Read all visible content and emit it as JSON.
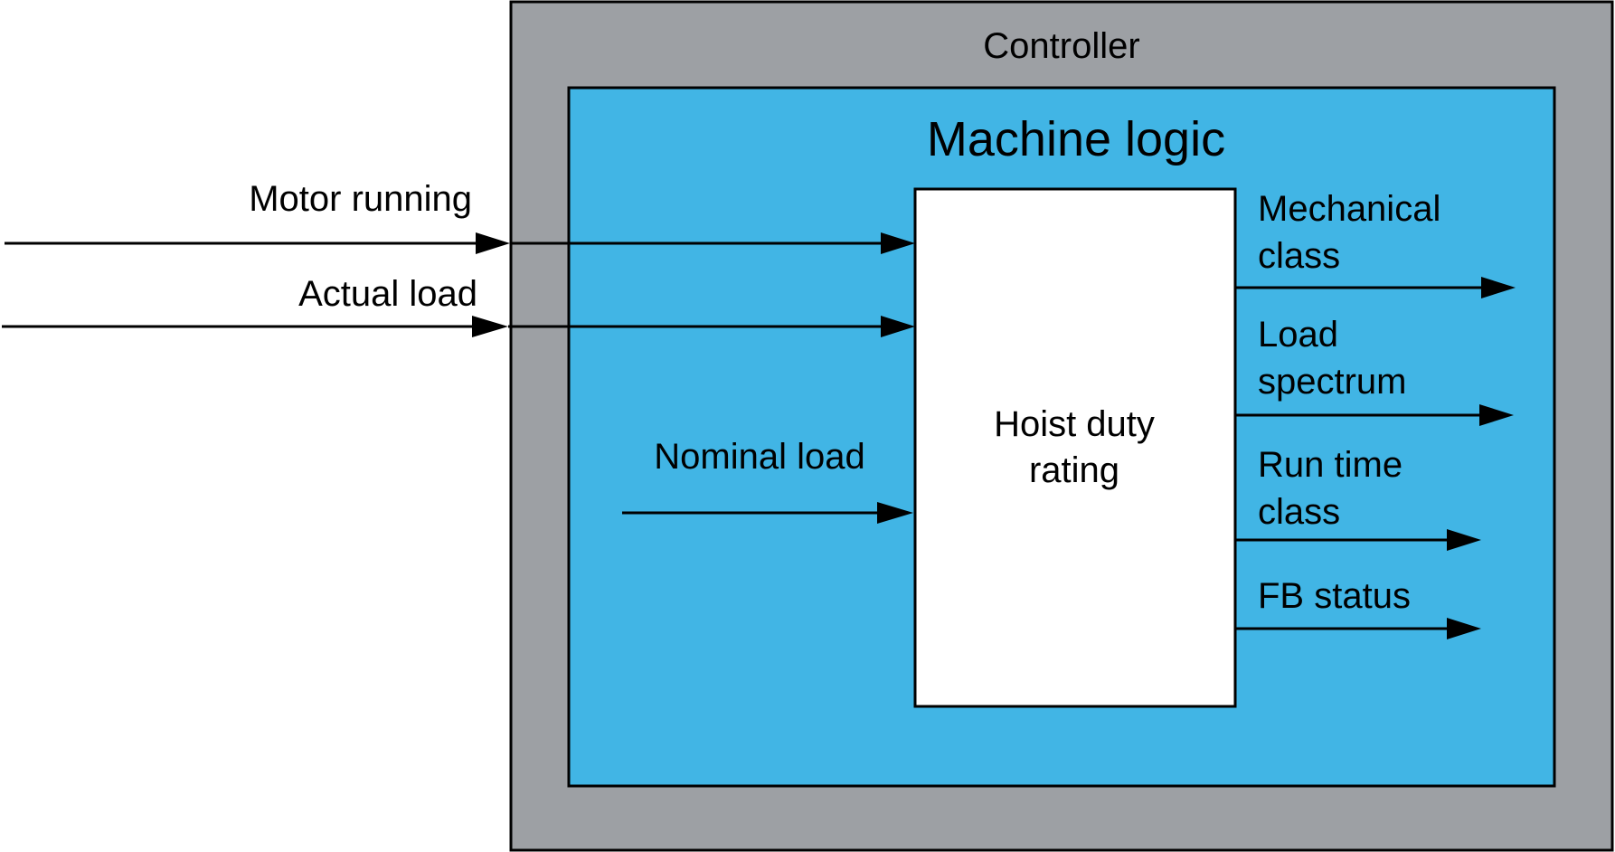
{
  "controller": {
    "title": "Controller",
    "fill": "#9da0a4"
  },
  "machine_logic": {
    "title": "Machine logic",
    "fill": "#41b5e5"
  },
  "function_block": {
    "name_line1": "Hoist duty",
    "name_line2": "rating",
    "fill": "#ffffff"
  },
  "inputs": {
    "motor_running": "Motor running",
    "actual_load": "Actual load",
    "nominal_load": "Nominal load"
  },
  "outputs": {
    "mechanical_class_line1": "Mechanical",
    "mechanical_class_line2": "class",
    "load_spectrum_line1": "Load",
    "load_spectrum_line2": "spectrum",
    "run_time_class_line1": "Run time",
    "run_time_class_line2": "class",
    "fb_status": "FB status"
  }
}
